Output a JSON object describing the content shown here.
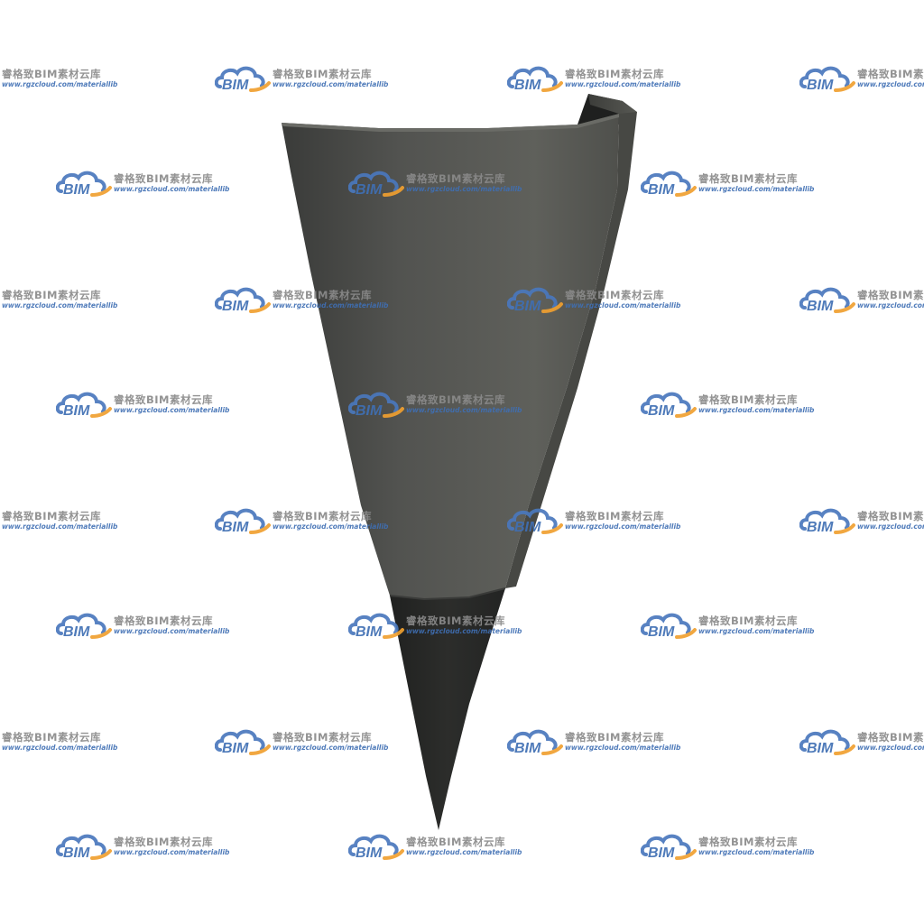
{
  "watermark": {
    "brand_cn": "睿格致BIM素材云库",
    "url": "www.rgzcloud.com/materiallib",
    "logo_text": "BIM",
    "icon": "cloud-logo-icon",
    "logo_blue": "#4a78bd",
    "logo_orange": "#f0a030",
    "text_gray": "#8a8a8a"
  },
  "model": {
    "icon": "tapered-channel-3d-model",
    "face_color": "#5b5c57",
    "edge_color": "#2e2f2d",
    "tip_color": "#222322"
  }
}
